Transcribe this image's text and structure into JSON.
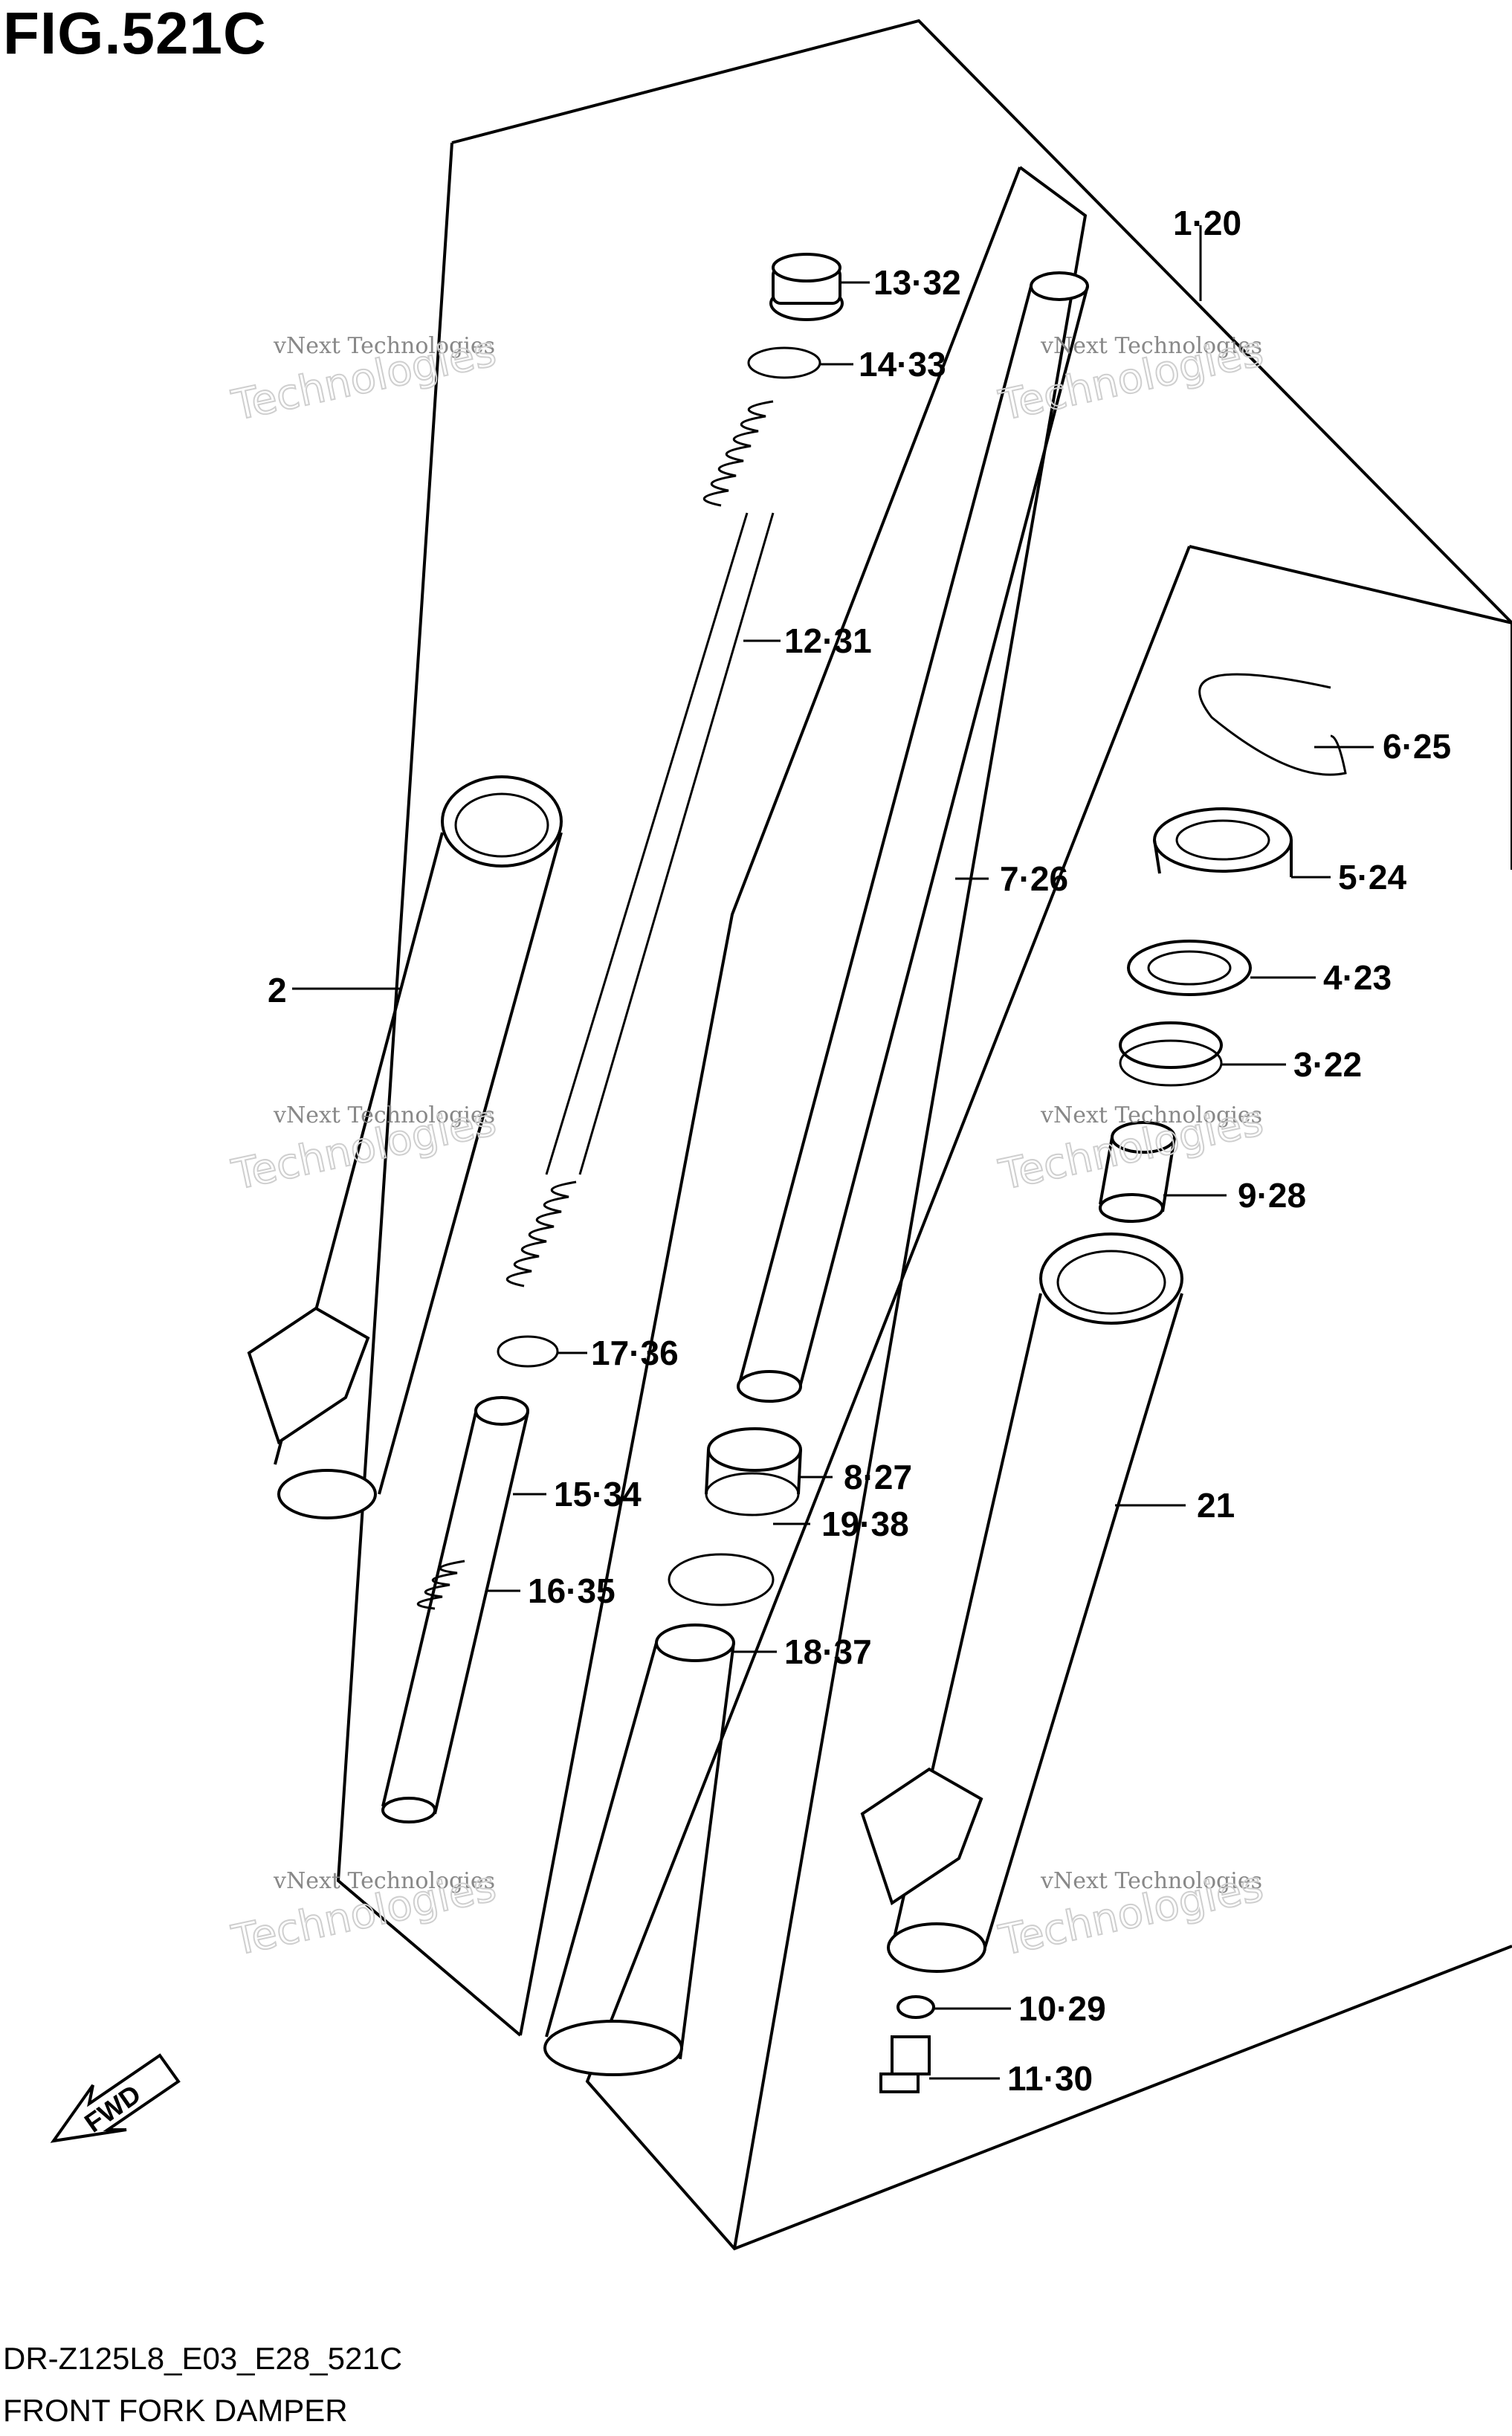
{
  "figure": {
    "title": "FIG.521C",
    "model_code": "DR-Z125L8_E03_E28_521C",
    "name": "FRONT FORK DAMPER"
  },
  "watermark": {
    "line1": "vNext Technologies",
    "line2": "Technologies",
    "line3": "vNext"
  },
  "fwd_label": "FWD",
  "callouts": [
    {
      "id": "1-20",
      "text": "1·20"
    },
    {
      "id": "2",
      "text": "2"
    },
    {
      "id": "13-32",
      "text": "13·32"
    },
    {
      "id": "14-33",
      "text": "14·33"
    },
    {
      "id": "12-31",
      "text": "12·31"
    },
    {
      "id": "6-25",
      "text": "6·25"
    },
    {
      "id": "5-24",
      "text": "5·24"
    },
    {
      "id": "7-26",
      "text": "7·26"
    },
    {
      "id": "4-23",
      "text": "4·23"
    },
    {
      "id": "3-22",
      "text": "3·22"
    },
    {
      "id": "9-28",
      "text": "9·28"
    },
    {
      "id": "17-36",
      "text": "17·36"
    },
    {
      "id": "8-27",
      "text": "8·27"
    },
    {
      "id": "15-34",
      "text": "15·34"
    },
    {
      "id": "19-38",
      "text": "19·38"
    },
    {
      "id": "21",
      "text": "21"
    },
    {
      "id": "16-35",
      "text": "16·35"
    },
    {
      "id": "18-37",
      "text": "18·37"
    },
    {
      "id": "10-29",
      "text": "10·29"
    },
    {
      "id": "11-30",
      "text": "11·30"
    }
  ]
}
